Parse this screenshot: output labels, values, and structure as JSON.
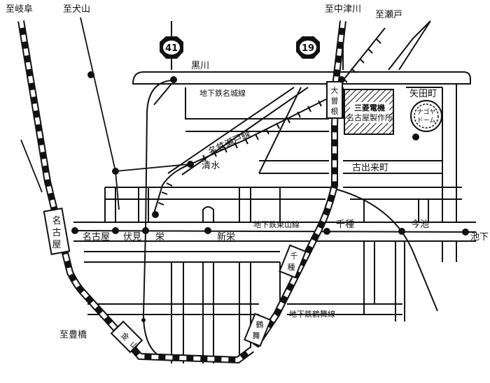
{
  "labels": {
    "to_gifu": "至岐阜",
    "to_inuyama": "至犬山",
    "to_nakatsugawa": "至中津川",
    "to_seto": "至瀬戸",
    "to_toyohashi": "至豊橋",
    "kurokawa": "黒川",
    "yadacho": "矢田町",
    "shimizu": "清水",
    "furudekimachi": "古出来町",
    "nagoya": "名古屋",
    "fushimi": "伏見",
    "sakae": "栄",
    "shinsakae": "新栄",
    "chikusa": "千種",
    "imaike": "今池",
    "ikeshita": "池下"
  },
  "lines": {
    "meijo": "地下鉄名城線",
    "meitetsu_seto": "名鉄瀬戸線",
    "higashiyama": "地下鉄東山線",
    "tsurumai": "地下鉄鶴舞線"
  },
  "routes": {
    "r41": "41",
    "r19": "19"
  },
  "stations": {
    "nagoya_v": [
      "名",
      "古",
      "屋"
    ],
    "ozone_v": [
      "大",
      "曽",
      "根"
    ],
    "chikusa_v": [
      "千",
      "種"
    ],
    "tsurumai_v": [
      "鶴",
      "舞"
    ],
    "kanayama_v": [
      "金",
      "山"
    ]
  },
  "places": {
    "factory_line1": "三菱電機",
    "factory_line2": "名古屋製作所",
    "dome_line1": "ナゴヤ",
    "dome_line2": "ドーム"
  }
}
